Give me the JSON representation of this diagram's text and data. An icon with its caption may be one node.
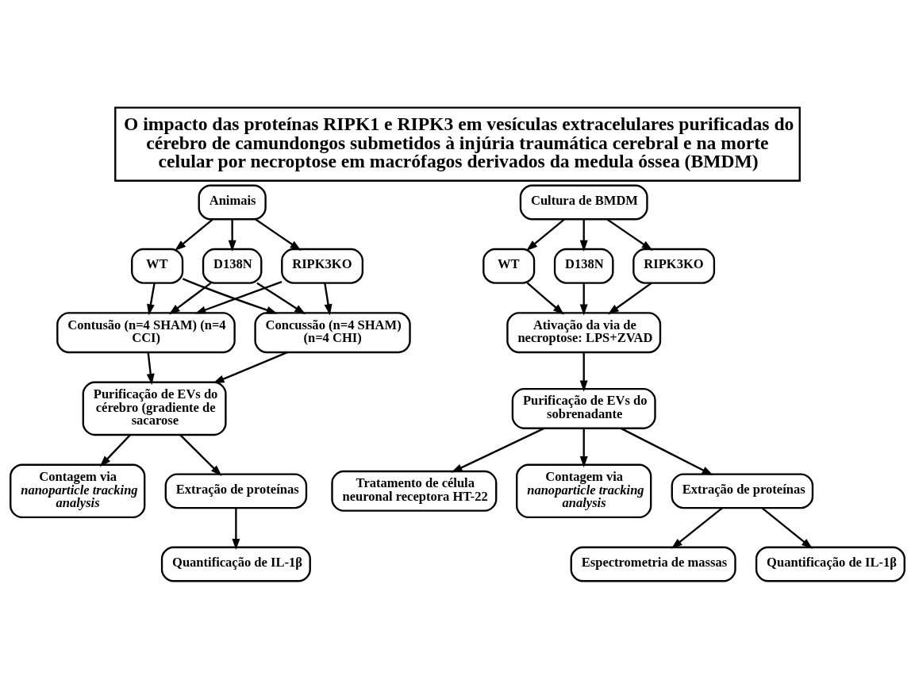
{
  "diagram": {
    "title": "O impacto das proteínas RIPK1 e RIPK3 em vesículas extracelulares purificadas do cérebro de camundongos submetidos à injúria traumática cerebral e na morte celular por necroptose em macrófagos derivados da medula óssea (BMDM)",
    "nodes": [
      {
        "text": [
          "Animais"
        ]
      },
      {
        "text": [
          "WT"
        ]
      },
      {
        "text": [
          "D138N"
        ]
      },
      {
        "text": [
          "RIPK3KO"
        ]
      },
      {
        "text": [
          "Contusão (n=4 SHAM) (n=4 CCI)"
        ]
      },
      {
        "text": [
          "Concussão (n=4 SHAM) (n=4 CHI)"
        ]
      },
      {
        "text": [
          "Purificação de EVs do cérebro (gradiente de sacarose"
        ]
      },
      {
        "text": [
          "Contagem via *nanoparticle tracking analysis*"
        ]
      },
      {
        "text": [
          "Extração de proteínas"
        ]
      },
      {
        "text": [
          "Quantificação de IL-1β"
        ]
      },
      {
        "text": [
          "Cultura de BMDM"
        ]
      },
      {
        "text": [
          "WT"
        ]
      },
      {
        "text": [
          "D138N"
        ]
      },
      {
        "text": [
          "RIPK3KO"
        ]
      },
      {
        "text": [
          "Ativação da via de necroptose: LPS+ZVAD"
        ]
      },
      {
        "text": [
          "Purificação de EVs do sobrenadante"
        ]
      },
      {
        "text": [
          "Tratamento de célula neuronal receptora HT-22"
        ]
      },
      {
        "text": [
          "Contagem via *nanoparticle tracking analysis*"
        ]
      },
      {
        "text": [
          "Extração de proteínas"
        ]
      },
      {
        "text": [
          "Espectrometria de massas"
        ]
      },
      {
        "text": [
          "Quantificação de IL-1β"
        ]
      }
    ],
    "edges": [
      {
        "from": 0,
        "to": 1,
        "arrow": "to"
      },
      {
        "from": 0,
        "to": 2,
        "arrow": "to"
      },
      {
        "from": 0,
        "to": 3,
        "arrow": "to"
      },
      {
        "from": 1,
        "to": 4,
        "arrow": "to"
      },
      {
        "from": 1,
        "to": 5,
        "arrow": "to"
      },
      {
        "from": 2,
        "to": 4,
        "arrow": "to"
      },
      {
        "from": 2,
        "to": 5,
        "arrow": "to"
      },
      {
        "from": 3,
        "to": 4,
        "arrow": "to"
      },
      {
        "from": 3,
        "to": 5,
        "arrow": "to"
      },
      {
        "from": 4,
        "to": 6,
        "arrow": "to"
      },
      {
        "from": 5,
        "to": 6,
        "arrow": "to"
      },
      {
        "from": 6,
        "to": 7,
        "arrow": "to"
      },
      {
        "from": 6,
        "to": 8,
        "arrow": "to"
      },
      {
        "from": 8,
        "to": 9,
        "arrow": "to"
      },
      {
        "from": 10,
        "to": 11,
        "arrow": "to"
      },
      {
        "from": 10,
        "to": 12,
        "arrow": "to"
      },
      {
        "from": 10,
        "to": 13,
        "arrow": "to"
      },
      {
        "from": 11,
        "to": 14,
        "arrow": "to"
      },
      {
        "from": 12,
        "to": 14,
        "arrow": "to"
      },
      {
        "from": 13,
        "to": 14,
        "arrow": "to"
      },
      {
        "from": 14,
        "to": 15,
        "arrow": "to"
      },
      {
        "from": 15,
        "to": 16,
        "arrow": "to"
      },
      {
        "from": 15,
        "to": 17,
        "arrow": "to"
      },
      {
        "from": 15,
        "to": 18,
        "arrow": "to"
      },
      {
        "from": 18,
        "to": 19,
        "arrow": "to"
      },
      {
        "from": 18,
        "to": 20,
        "arrow": "to"
      }
    ]
  }
}
